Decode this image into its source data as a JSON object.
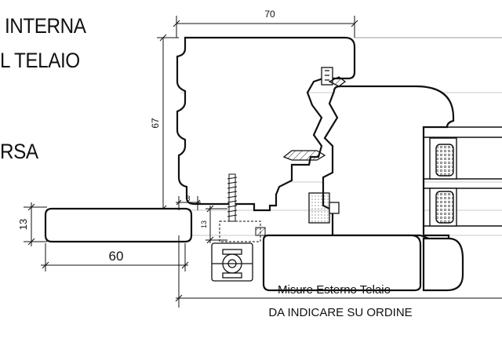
{
  "side_labels": {
    "line1": "INTERNA",
    "line2": "L TELAIO",
    "line3": "RSA"
  },
  "dimensions": {
    "frame_width": "70",
    "frame_height": "67",
    "gap_8": "8",
    "sill_height": "13",
    "hinge_height": "13",
    "sill_width": "60"
  },
  "captions": {
    "outer_measure": "Misure Esterno Telaio",
    "order_note": "DA INDICARE SU ORDINE"
  }
}
